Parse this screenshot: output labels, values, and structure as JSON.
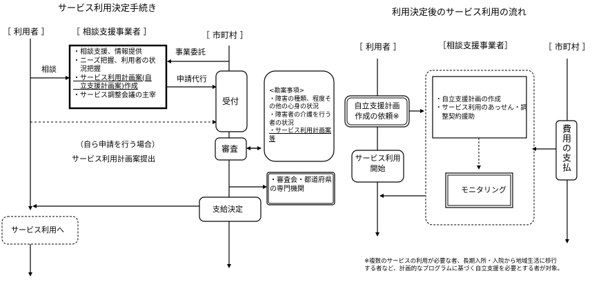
{
  "left": {
    "title": "サービス利用決定手続き",
    "headers": {
      "user": "［ 利用者 ］",
      "consult": "［ 相談支援事業者 ］",
      "city": "［ 市町村 ］"
    },
    "arrow_labels": {
      "consult": "相談",
      "delegate": "事業委託",
      "proxy": "申請代行"
    },
    "consult_box": [
      {
        "text": "・相談支援、情報提供",
        "underline": false
      },
      {
        "text": "・ニーズ把握、利用者の状",
        "underline": false
      },
      {
        "text": "　況把握",
        "underline": false
      },
      {
        "text": "・サービス利用計画案(自",
        "underline": true
      },
      {
        "text": "　立支援計画案)作成",
        "underline": true
      },
      {
        "text": "・サービス調整会議の主宰",
        "underline": false
      }
    ],
    "reception": "受付",
    "review": "審査",
    "review_notes": [
      {
        "text": "<勘案事項>",
        "underline": false
      },
      {
        "text": "・障害の種類、程度そ",
        "underline": false
      },
      {
        "text": "の他の心身の状況",
        "underline": false
      },
      {
        "text": "・障害者の介護を行う",
        "underline": false
      },
      {
        "text": "者の状況",
        "underline": false
      },
      {
        "text": "・サービス利用計画案",
        "underline": true
      },
      {
        "text": "等",
        "underline": true
      }
    ],
    "self_apply_1": "（自ら申請を行う場合）",
    "self_apply_2": "サービス利用計画案提出",
    "expert_box": [
      "・審査会・都道府県",
      "の専門機関"
    ],
    "decision": "支給決定",
    "service_use": "サービス利用へ"
  },
  "right": {
    "title": "利用決定後のサービス利用の流れ",
    "headers": {
      "user": "［ 利用者 ］",
      "consult": "［相談支援事業者］",
      "city": "［ 市町村 ］"
    },
    "request_box": [
      "自立支援計画",
      "作成の依頼※"
    ],
    "start_box": [
      "サービス利用",
      "開始"
    ],
    "plan_box": [
      "・自立支援計画の作成",
      "・サービス利用のあっせん・調",
      "　整契約援助"
    ],
    "monitoring": "モニタリング",
    "payment": "費用の支払"
  },
  "footnote": [
    "※複数のサービスの利用が必要な者、長期入所・入院から地域生活に移行",
    "する者など、計画的なプログラムに基づく自立支援を必要とする者が対象。"
  ]
}
